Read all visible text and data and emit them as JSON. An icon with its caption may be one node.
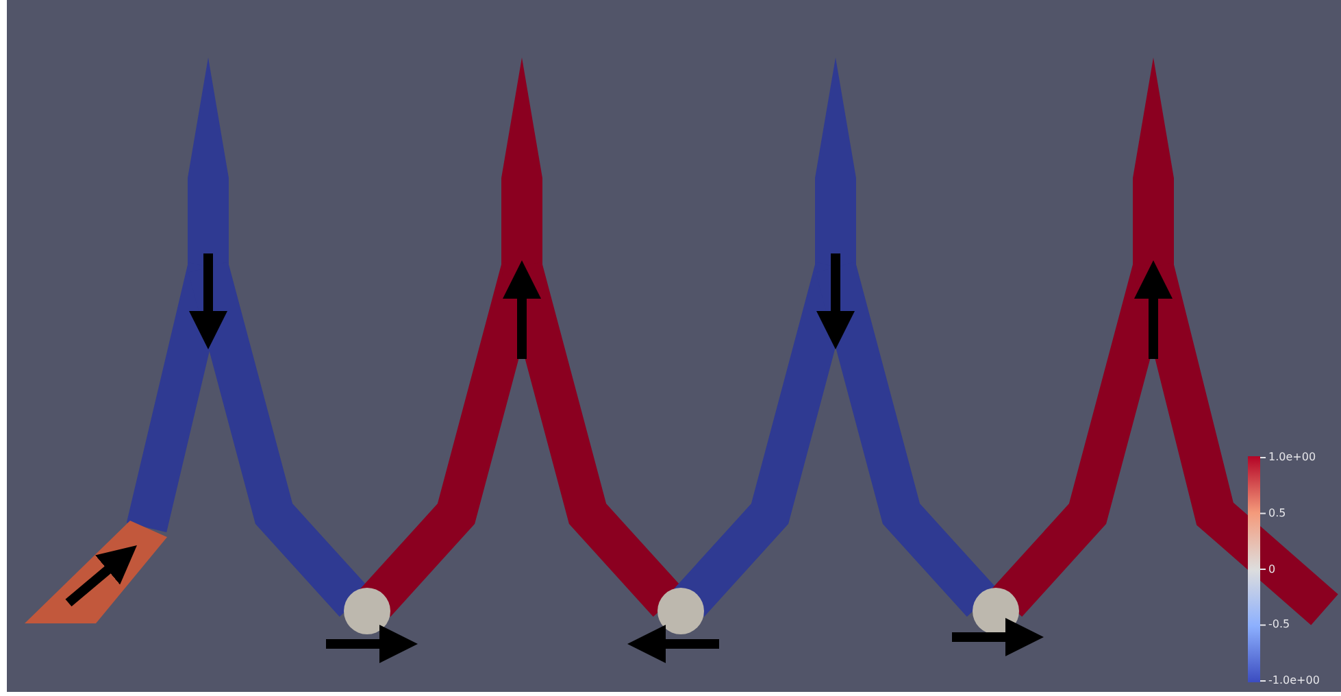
{
  "diagram": {
    "labels": [
      "1.0e+00",
      "0.5",
      "0",
      "-0.5",
      "-1.0e+00"
    ]
  }
}
